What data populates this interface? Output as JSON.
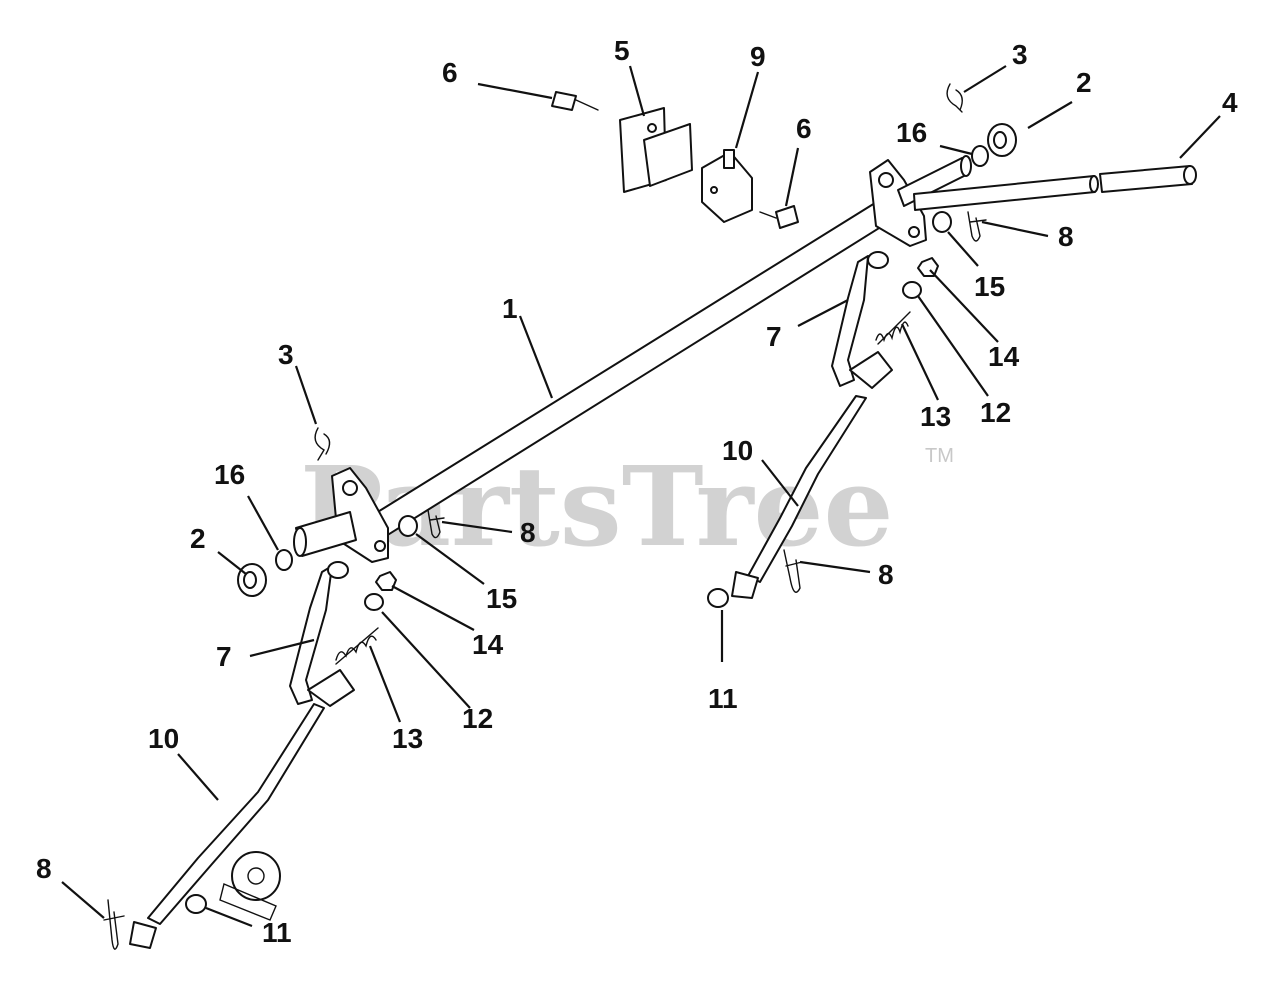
{
  "watermark": {
    "text": "PartsTree",
    "trademark": "TM"
  },
  "callouts": [
    {
      "id": "c1",
      "label": "1"
    },
    {
      "id": "c2a",
      "label": "2"
    },
    {
      "id": "c2b",
      "label": "2"
    },
    {
      "id": "c3a",
      "label": "3"
    },
    {
      "id": "c3b",
      "label": "3"
    },
    {
      "id": "c4",
      "label": "4"
    },
    {
      "id": "c5",
      "label": "5"
    },
    {
      "id": "c6a",
      "label": "6"
    },
    {
      "id": "c6b",
      "label": "6"
    },
    {
      "id": "c7a",
      "label": "7"
    },
    {
      "id": "c7b",
      "label": "7"
    },
    {
      "id": "c8a",
      "label": "8"
    },
    {
      "id": "c8b",
      "label": "8"
    },
    {
      "id": "c8c",
      "label": "8"
    },
    {
      "id": "c8d",
      "label": "8"
    },
    {
      "id": "c9",
      "label": "9"
    },
    {
      "id": "c10a",
      "label": "10"
    },
    {
      "id": "c10b",
      "label": "10"
    },
    {
      "id": "c11a",
      "label": "11"
    },
    {
      "id": "c11b",
      "label": "11"
    },
    {
      "id": "c12a",
      "label": "12"
    },
    {
      "id": "c12b",
      "label": "12"
    },
    {
      "id": "c13a",
      "label": "13"
    },
    {
      "id": "c13b",
      "label": "13"
    },
    {
      "id": "c14a",
      "label": "14"
    },
    {
      "id": "c14b",
      "label": "14"
    },
    {
      "id": "c15a",
      "label": "15"
    },
    {
      "id": "c15b",
      "label": "15"
    },
    {
      "id": "c16a",
      "label": "16"
    },
    {
      "id": "c16b",
      "label": "16"
    }
  ]
}
